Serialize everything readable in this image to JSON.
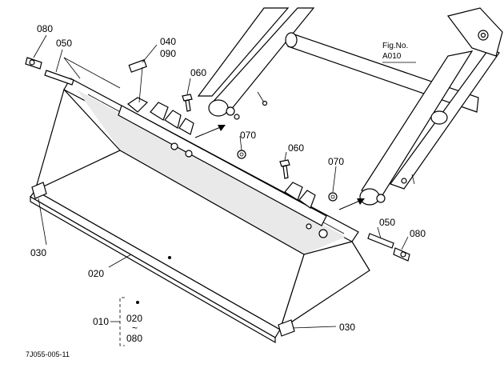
{
  "figure": {
    "fig_label_line1": "Fig.No.",
    "fig_label_line2": "A010",
    "drawing_code": "7J055-005-11"
  },
  "callouts": {
    "p080_top": "080",
    "p050_top": "050",
    "p040": "040",
    "p090": "090",
    "p060_top": "060",
    "p070_top": "070",
    "p060_mid": "060",
    "p070_right": "070",
    "p050_right": "050",
    "p080_right": "080",
    "p030_left": "030",
    "p020": "020",
    "p010": "010",
    "p020_range": "020",
    "tilde": "~",
    "p080_range": "080",
    "p030_bottom": "030"
  }
}
